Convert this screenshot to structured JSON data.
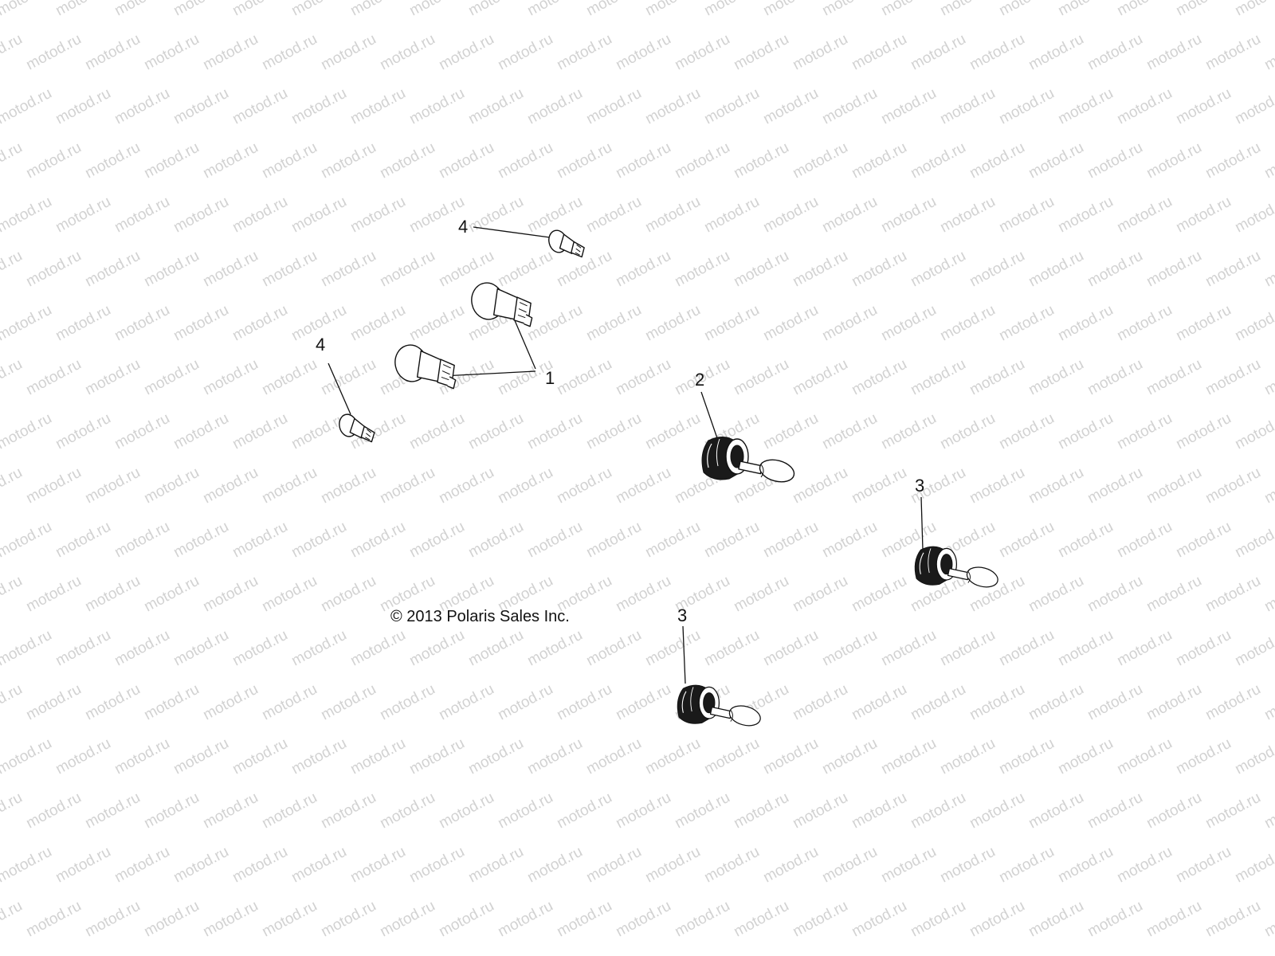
{
  "watermark": {
    "text": "motod.ru",
    "color": "#d2d2d2"
  },
  "copyright": "© 2013 Polaris Sales Inc.",
  "callouts": [
    {
      "id": "callout-4-top",
      "label": "4"
    },
    {
      "id": "callout-4-left",
      "label": "4"
    },
    {
      "id": "callout-1",
      "label": "1"
    },
    {
      "id": "callout-2",
      "label": "2"
    },
    {
      "id": "callout-3-right",
      "label": "3"
    },
    {
      "id": "callout-3-bottom",
      "label": "3"
    }
  ],
  "parts": [
    {
      "id": "bulb-wedge-top",
      "icon": "wedge-bulb-icon",
      "callout": "4"
    },
    {
      "id": "bulb-wedge-left",
      "icon": "wedge-bulb-icon",
      "callout": "4"
    },
    {
      "id": "bulb-socket-upper",
      "icon": "socket-bulb-icon",
      "callout": "1"
    },
    {
      "id": "bulb-socket-lower",
      "icon": "socket-bulb-icon",
      "callout": "1"
    },
    {
      "id": "headlamp-bulb-2",
      "icon": "halogen-bulb-icon",
      "callout": "2"
    },
    {
      "id": "headlamp-bulb-3-right",
      "icon": "halogen-bulb-icon",
      "callout": "3"
    },
    {
      "id": "headlamp-bulb-3-bottom",
      "icon": "halogen-bulb-icon",
      "callout": "3"
    }
  ]
}
